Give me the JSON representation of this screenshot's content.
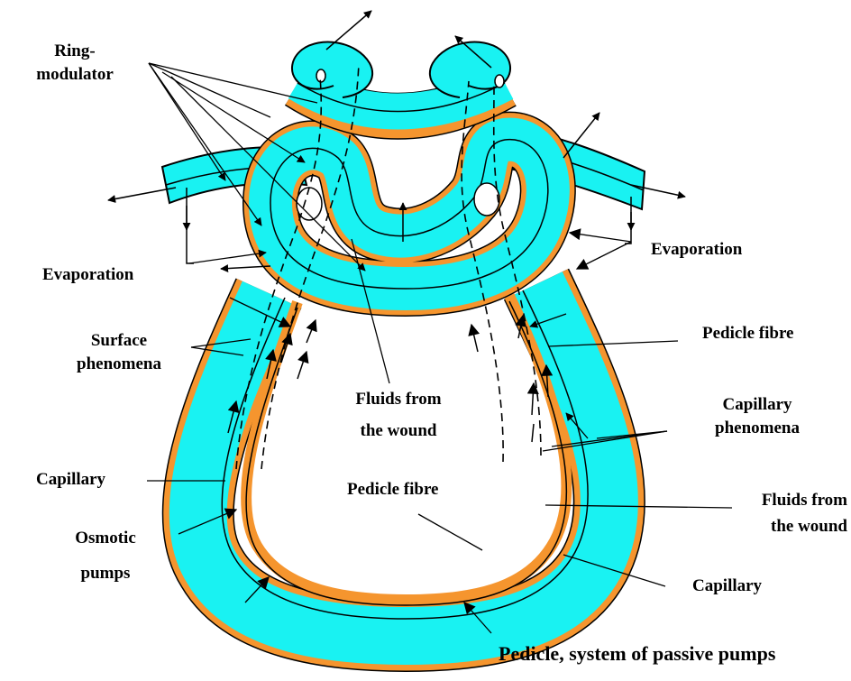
{
  "colors": {
    "fluid": "#19f2f2",
    "fibre": "#f5952e",
    "line": "#000000",
    "background": "#ffffff"
  },
  "labels": {
    "ring_modulator": "Ring-\nmodulator",
    "evaporation_left": "Evaporation",
    "evaporation_right": "Evaporation",
    "surface_phenomena": "Surface\nphenomena",
    "fluids_center": "Fluids from\nthe wound",
    "pedicle_fibre_right": "Pedicle fibre",
    "capillary_phenomena": "Capillary\nphenomena",
    "capillary_left": "Capillary",
    "pedicle_fibre_center": "Pedicle fibre",
    "osmotic_pumps": "Osmotic\npumps",
    "fluids_right": "Fluids from\nthe wound",
    "capillary_right": "Capillary",
    "pedicle_system": "Pedicle, system of passive pumps"
  }
}
